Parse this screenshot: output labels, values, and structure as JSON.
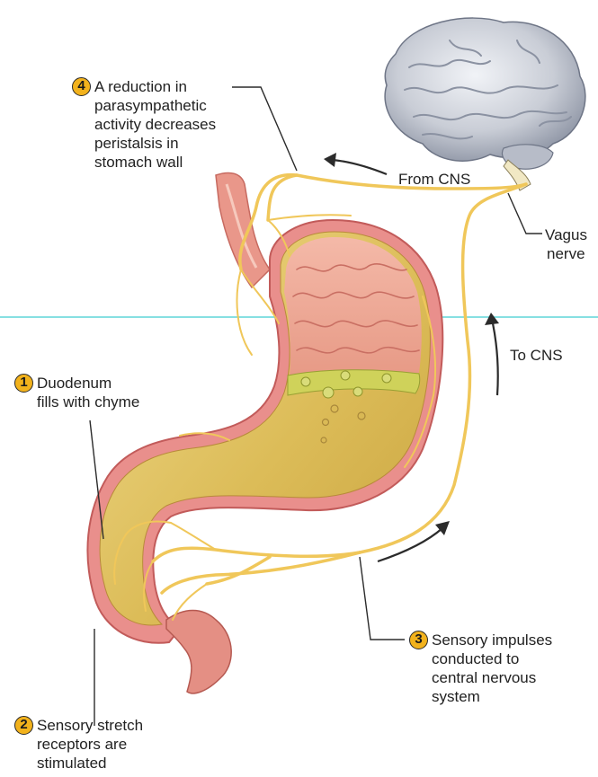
{
  "steps": [
    {
      "number": "1",
      "lines": [
        "Duodenum",
        "fills with chyme"
      ]
    },
    {
      "number": "2",
      "lines": [
        "Sensory stretch",
        "receptors are",
        "stimulated"
      ]
    },
    {
      "number": "3",
      "lines": [
        "Sensory impulses",
        "conducted to",
        "central nervous",
        "system"
      ]
    },
    {
      "number": "4",
      "lines": [
        "A reduction in",
        "parasympathetic",
        "activity decreases",
        "peristalsis in",
        "stomach wall"
      ]
    }
  ],
  "labels": {
    "from_cns": "From CNS",
    "to_cns": "To CNS",
    "vagus": [
      "Vagus",
      "nerve"
    ]
  },
  "colors": {
    "nerve": "#f0c75a",
    "stomach_wall": "#e98f8c",
    "stomach_inner": "#e3c262",
    "chyme": "#d8c14a",
    "badge": "#f2b21c",
    "brain": "#c9cdd6",
    "guide_line": "#5ed6d8"
  }
}
